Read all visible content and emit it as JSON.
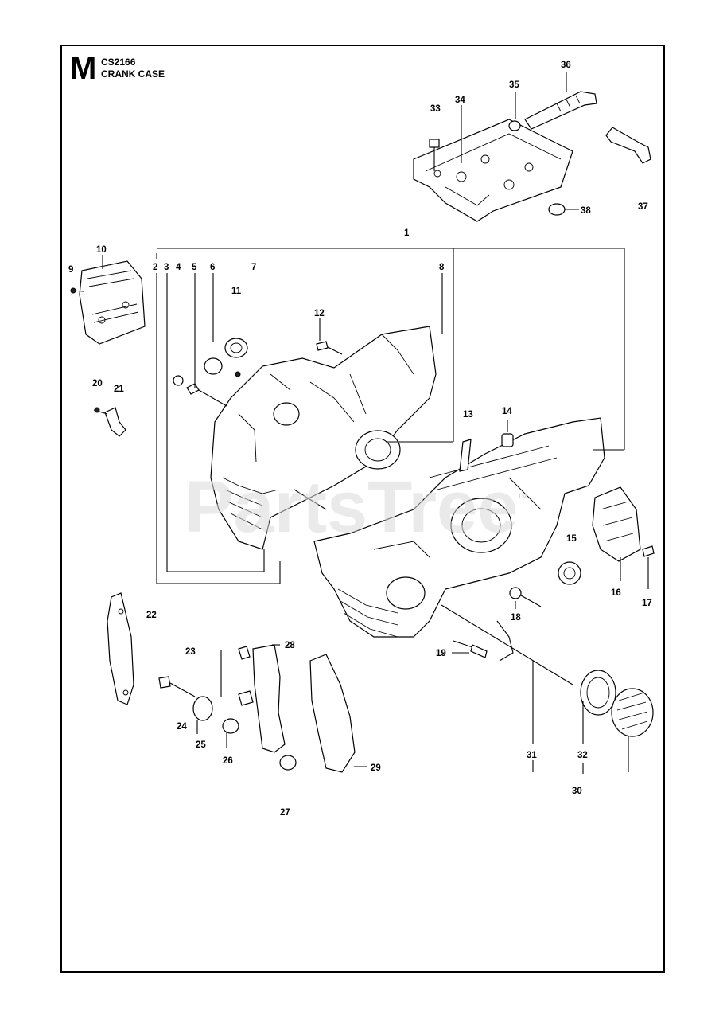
{
  "header": {
    "section_letter": "M",
    "model_code": "CS2166",
    "title": "CRANK CASE"
  },
  "watermark": {
    "text": "PartsTree",
    "trademark": "™"
  },
  "callouts": {
    "c1": "1",
    "c2": "2",
    "c3": "3",
    "c4": "4",
    "c5": "5",
    "c6": "6",
    "c7": "7",
    "c8": "8",
    "c9": "9",
    "c10": "10",
    "c11": "11",
    "c12": "12",
    "c13": "13",
    "c14": "14",
    "c15": "15",
    "c16": "16",
    "c17": "17",
    "c18": "18",
    "c19": "19",
    "c20": "20",
    "c21": "21",
    "c22": "22",
    "c23": "23",
    "c24": "24",
    "c25": "25",
    "c26": "26",
    "c27": "27",
    "c28": "28",
    "c29": "29",
    "c30": "30",
    "c31": "31",
    "c32": "32",
    "c33": "33",
    "c34": "34",
    "c35": "35",
    "c36": "36",
    "c37": "37",
    "c38": "38"
  },
  "colors": {
    "line": "#000000",
    "background": "#ffffff",
    "watermark": "#d9d9d9"
  }
}
